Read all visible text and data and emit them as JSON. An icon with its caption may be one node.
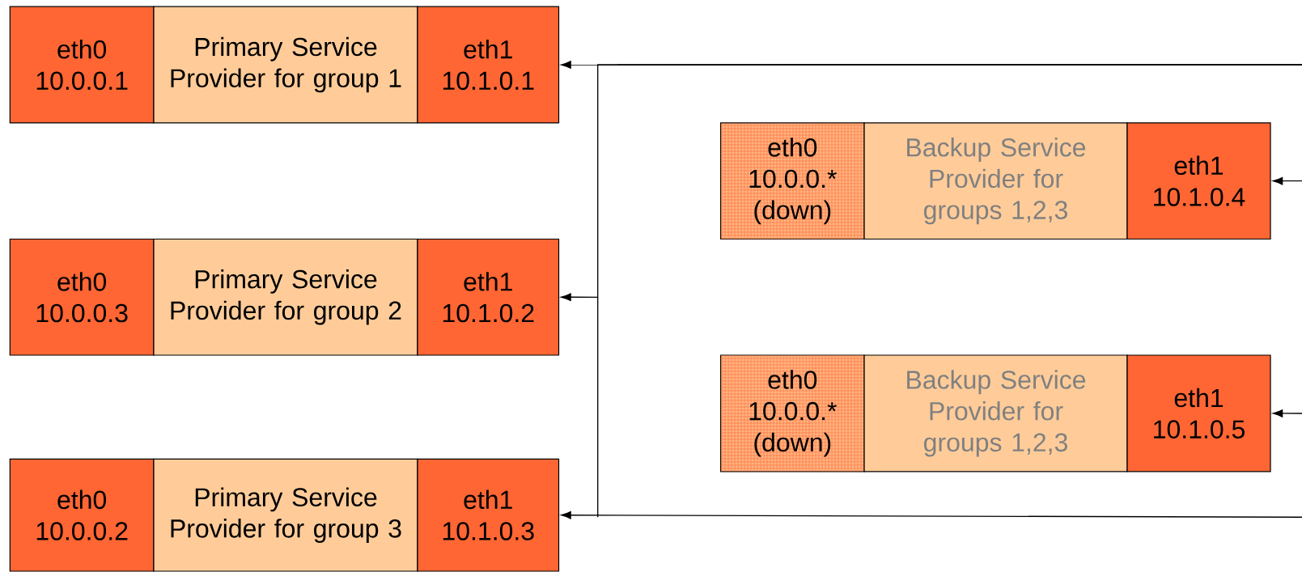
{
  "diagram": {
    "nodes": [
      {
        "text": [
          "eth0 10.0.0.1"
        ]
      },
      {
        "text": [
          "Primary Service Provider for group 1"
        ]
      },
      {
        "text": [
          "eth1 10.1.0.1"
        ]
      },
      {
        "text": [
          "eth0 10.0.0.* (down)"
        ]
      },
      {
        "text": [
          "Backup Service Provider for groups 1,2,3"
        ]
      },
      {
        "text": [
          "eth1 10.1.0.4"
        ]
      },
      {
        "text": [
          "eth0 10.0.0.3"
        ]
      },
      {
        "text": [
          "Primary Service Provider for group 2"
        ]
      },
      {
        "text": [
          "eth1 10.1.0.2"
        ]
      },
      {
        "text": [
          "eth0 10.0.0.* (down)"
        ]
      },
      {
        "text": [
          "Backup Service Provider for groups 1,2,3"
        ]
      },
      {
        "text": [
          "eth1 10.1.0.5"
        ]
      },
      {
        "text": [
          "eth0 10.0.0.2"
        ]
      },
      {
        "text": [
          "Primary Service Provider for group 3"
        ]
      },
      {
        "text": [
          "eth1 10.1.0.3"
        ]
      }
    ],
    "edges": [
      {
        "from": null,
        "to": 2,
        "arrow": "to"
      },
      {
        "from": null,
        "to": 5,
        "arrow": "to"
      },
      {
        "from": null,
        "to": 8,
        "arrow": "to"
      },
      {
        "from": null,
        "to": 11,
        "arrow": "to"
      },
      {
        "from": null,
        "to": 14,
        "arrow": "to"
      }
    ]
  }
}
